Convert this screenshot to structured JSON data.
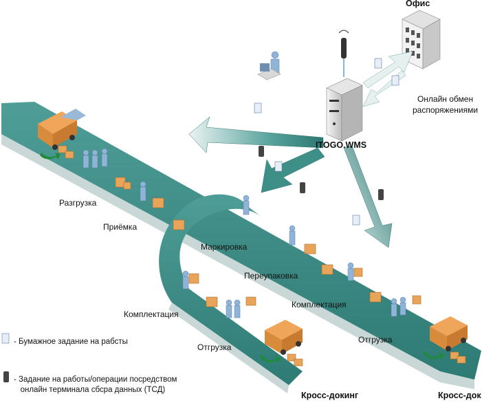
{
  "nodes": {
    "office": "Офис",
    "server": "ITOGO.WMS",
    "exchange": "Онлайн обмен\nраспоряжениями"
  },
  "stages": {
    "unloading": "Разгрузка",
    "receiving": "Приёмка",
    "marking": "Маркировка",
    "repacking": "Переупаковка",
    "picking_left": "Комплектация",
    "picking_right": "Комплектация",
    "shipping_left": "Отгрузка",
    "shipping_right": "Отгрузка"
  },
  "docks": {
    "left": "Кросс-докинг",
    "right": "Кросс-док"
  },
  "legend": {
    "paper_task": "- Бумажное задание на рабсты",
    "terminal_task": "- Задание на работы/операции посредством\n   онлайн терминала сбсра данных (ТСД)"
  },
  "colors": {
    "belt_top": "#3f8f89",
    "belt_side": "#9ab8b5",
    "arrow": "#2f7f7a",
    "box": "#e8a55a",
    "worker": "#8fb4d8"
  }
}
